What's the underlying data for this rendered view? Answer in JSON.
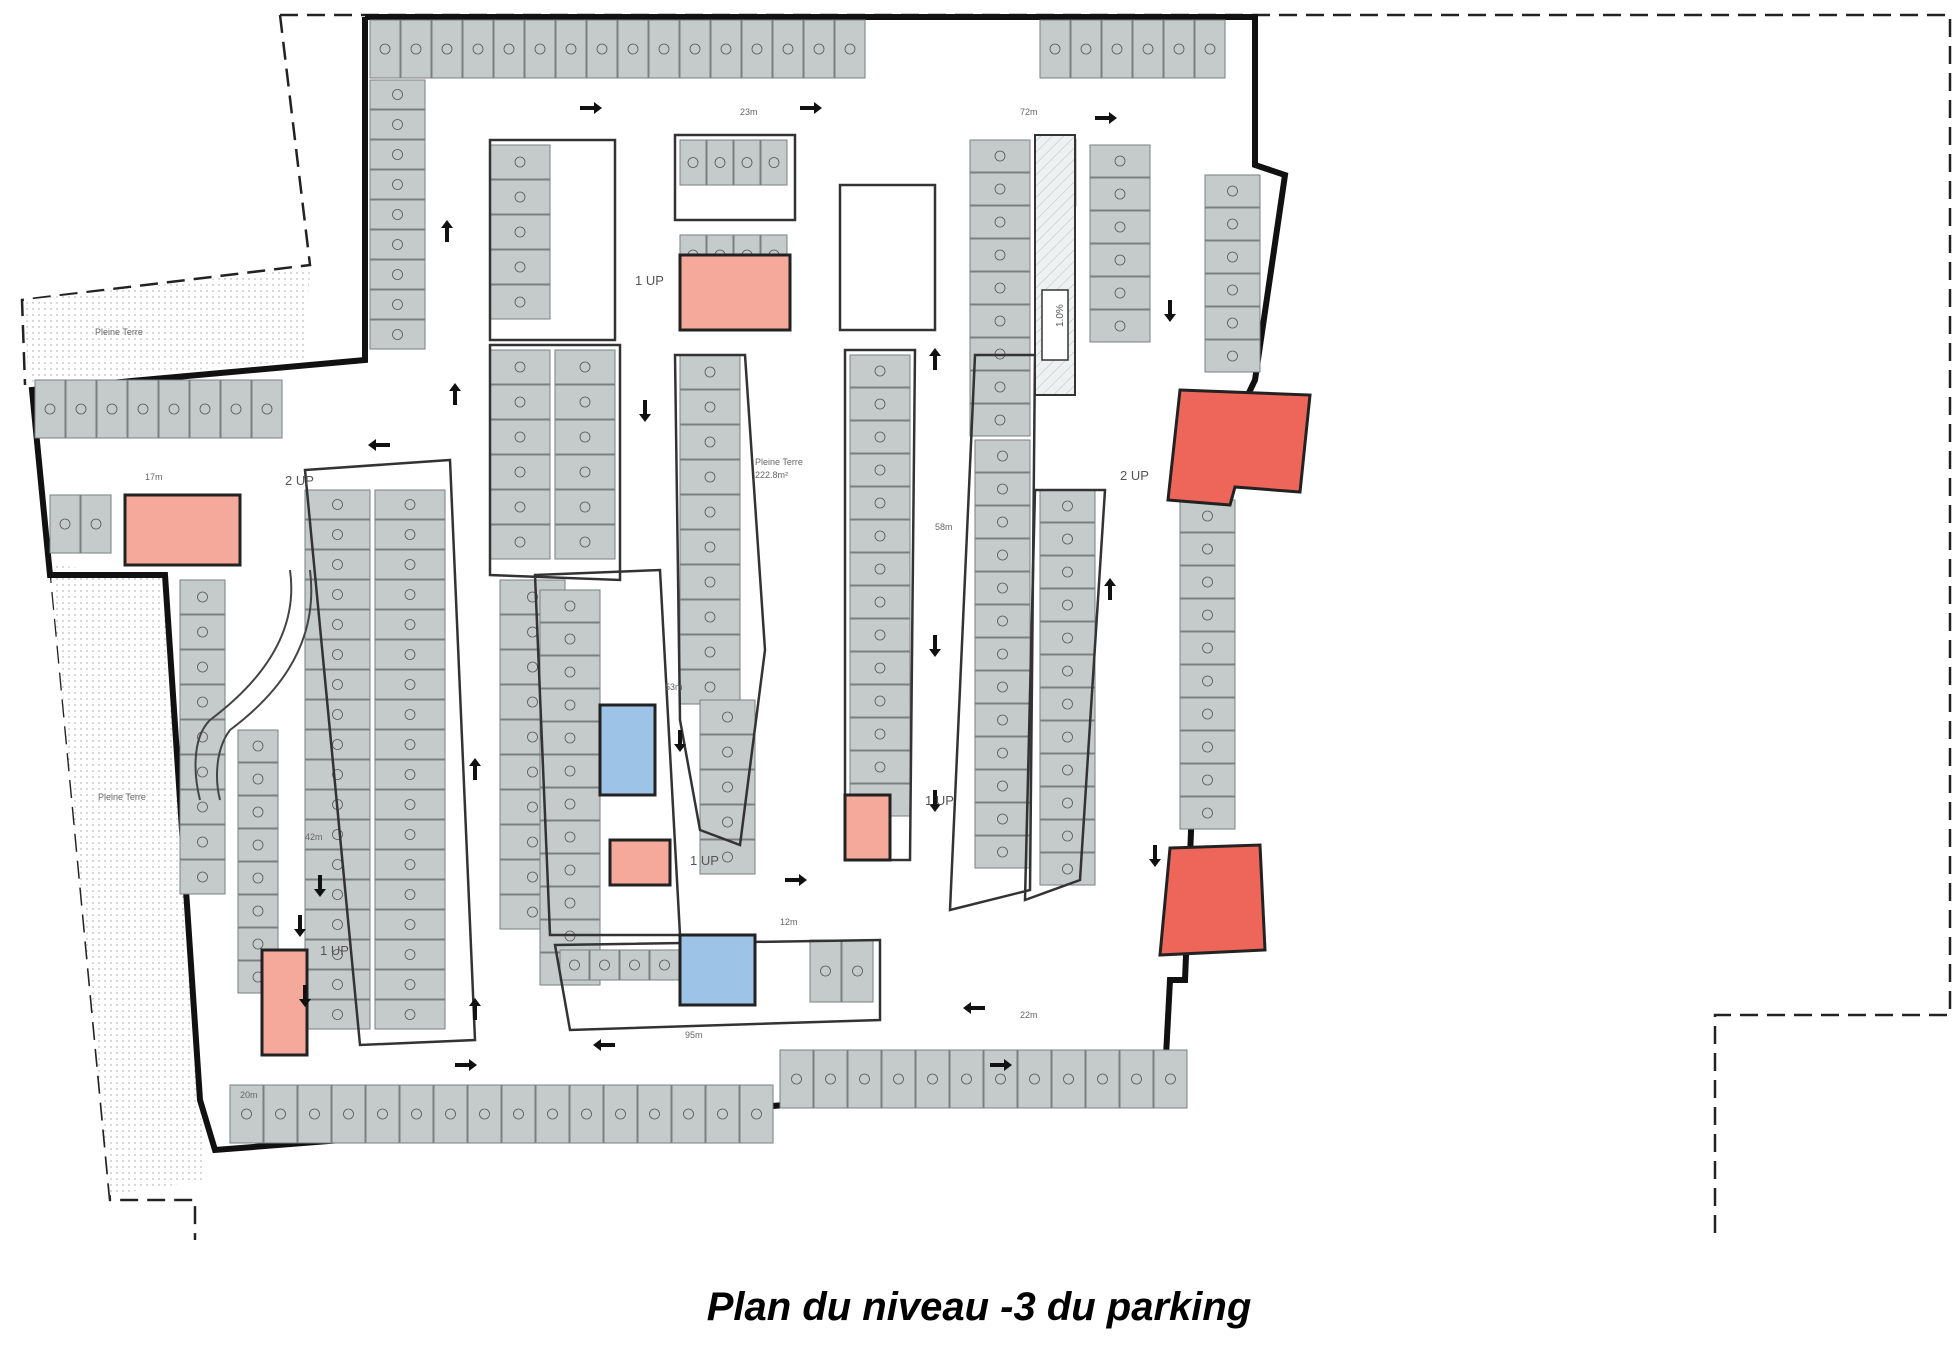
{
  "caption": "Plan du niveau -3 du parking",
  "colors": {
    "stall_fill": "#c5cbcb",
    "stall_stroke": "#7a7f80",
    "wall": "#111111",
    "stair_core_pink": "#f4a99a",
    "stair_core_red": "#ee6659",
    "technical_blue": "#9dc3e6",
    "hatch_zone": "#e8ecec",
    "boundary_dash": "#222222"
  },
  "legend_icons": [
    "stair-icon",
    "direction-arrow-icon",
    "ramp-icon"
  ],
  "annotations": {
    "ramp_up_labels": [
      "1 UP",
      "2 UP",
      "1 UP",
      "1 UP",
      "1 UP",
      "2 UP"
    ],
    "slope_label": "1.0%",
    "earth_zone_labels": [
      "Pleine Terre",
      "Pleine Terre",
      "Pleine Terre"
    ],
    "earth_zone_areas": [
      "",
      "",
      "222.8m²"
    ],
    "dimension_labels": [
      "23m",
      "72m",
      "17m",
      "95m",
      "22m",
      "20m",
      "12m",
      "42m",
      "58m",
      "53m"
    ]
  }
}
